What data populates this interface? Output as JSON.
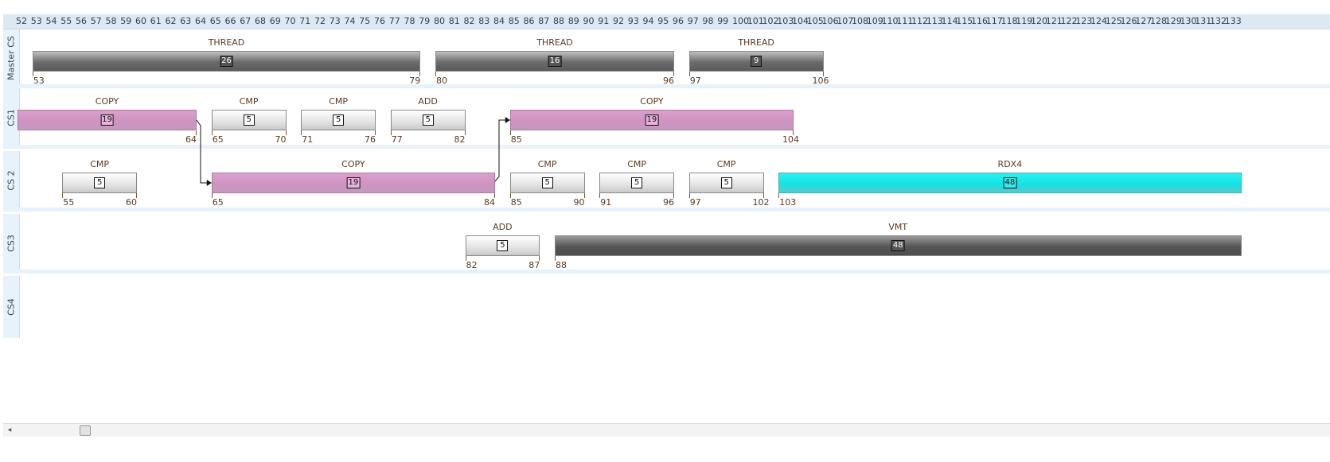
{
  "ruler": {
    "ticks": [
      "52",
      "53",
      "54",
      "55",
      "56",
      "57",
      "58",
      "59",
      "60",
      "61",
      "62",
      "63",
      "64",
      "65",
      "66",
      "67",
      "68",
      "69",
      "70",
      "71",
      "72",
      "73",
      "74",
      "75",
      "76",
      "77",
      "78",
      "79",
      "80",
      "81",
      "82",
      "83",
      "84",
      "85",
      "86",
      "87",
      "88",
      "89",
      "90",
      "91",
      "92",
      "93",
      "94",
      "95",
      "96",
      "97",
      "98",
      "99",
      "100",
      "101",
      "102",
      "103",
      "104",
      "105",
      "106",
      "107",
      "108",
      "109",
      "110",
      "111",
      "112",
      "113",
      "114",
      "115",
      "116",
      "117",
      "118",
      "119",
      "120",
      "121",
      "122",
      "123",
      "124",
      "125",
      "126",
      "127",
      "128",
      "129",
      "130",
      "131",
      "132",
      "133"
    ]
  },
  "lanes": [
    {
      "label": "Master CS",
      "bars": [
        {
          "name": "THREAD",
          "value": "26",
          "start": "53",
          "end": "79",
          "kind": "thread"
        },
        {
          "name": "THREAD",
          "value": "16",
          "start": "80",
          "end": "96",
          "kind": "thread"
        },
        {
          "name": "THREAD",
          "value": "9",
          "start": "97",
          "end": "106",
          "kind": "thread"
        }
      ]
    },
    {
      "label": "CS1",
      "bars": [
        {
          "name": "COPY",
          "value": "19",
          "start": "",
          "end": "64",
          "kind": "copy"
        },
        {
          "name": "CMP",
          "value": "5",
          "start": "65",
          "end": "70",
          "kind": "cmp"
        },
        {
          "name": "CMP",
          "value": "5",
          "start": "71",
          "end": "76",
          "kind": "cmp"
        },
        {
          "name": "ADD",
          "value": "5",
          "start": "77",
          "end": "82",
          "kind": "cmp"
        },
        {
          "name": "COPY",
          "value": "19",
          "start": "85",
          "end": "104",
          "kind": "copy"
        }
      ]
    },
    {
      "label": "CS 2",
      "bars": [
        {
          "name": "CMP",
          "value": "5",
          "start": "55",
          "end": "60",
          "kind": "cmp"
        },
        {
          "name": "COPY",
          "value": "19",
          "start": "65",
          "end": "84",
          "kind": "copy"
        },
        {
          "name": "CMP",
          "value": "5",
          "start": "85",
          "end": "90",
          "kind": "cmp"
        },
        {
          "name": "CMP",
          "value": "5",
          "start": "91",
          "end": "96",
          "kind": "cmp"
        },
        {
          "name": "CMP",
          "value": "5",
          "start": "97",
          "end": "102",
          "kind": "cmp"
        },
        {
          "name": "RDX4",
          "value": "48",
          "start": "103",
          "end": "",
          "kind": "rdx"
        }
      ]
    },
    {
      "label": "CS3",
      "bars": [
        {
          "name": "ADD",
          "value": "5",
          "start": "82",
          "end": "87",
          "kind": "cmp"
        },
        {
          "name": "VMT",
          "value": "48",
          "start": "88",
          "end": "",
          "kind": "vmt"
        }
      ]
    },
    {
      "label": "CS4",
      "bars": []
    }
  ],
  "colors": {
    "ruler_bg": "#dde8f2",
    "copy": "#cf93c3",
    "rdx": "#13e3e3",
    "thread": "#6b6b6b",
    "cmp": "#e3e3e3"
  },
  "scroll": {
    "left_arrow_icon": "arrow-left-icon"
  }
}
